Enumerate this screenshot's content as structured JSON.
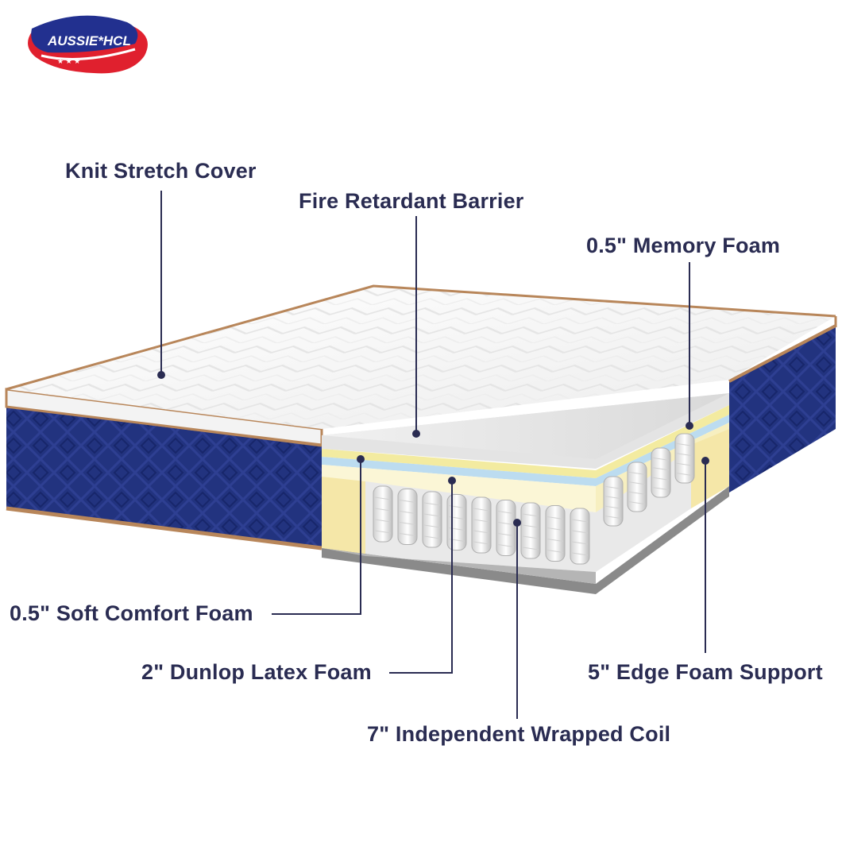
{
  "brand": {
    "logo_text": "AUSSIE HCL",
    "colors": {
      "blue": "#22308f",
      "red": "#e0202e",
      "white": "#ffffff"
    }
  },
  "labels": {
    "knit_stretch_cover": "Knit Stretch Cover",
    "fire_retardant_barrier": "Fire Retardant Barrier",
    "memory_foam": "0.5\" Memory Foam",
    "soft_comfort_foam": "0.5\" Soft Comfort Foam",
    "dunlop_latex_foam": "2\" Dunlop Latex Foam",
    "edge_foam_support": "5\" Edge Foam Support",
    "wrapped_coil": "7\" Independent Wrapped Coil"
  },
  "colors": {
    "label_text": "#2a2c52",
    "leader_line": "#2a2c52",
    "border_blue": "#1e2f7a",
    "piping": "#b8865a",
    "quilt_white": "#f7f7f7",
    "memory_foam_yellow": "#f3eba0",
    "gel_blue": "#bcdcf0",
    "latex_cream": "#fbf6d6",
    "edge_foam": "#f5e7a8",
    "base_grey": "#8a8a8a"
  }
}
